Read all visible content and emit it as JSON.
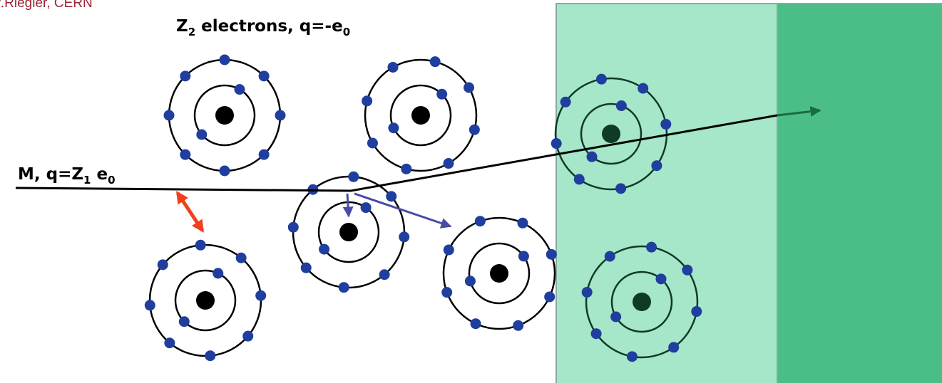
{
  "credit": "W.Riegler, CERN",
  "labels": {
    "electrons": {
      "base": "Z",
      "sub": "2",
      "rest": " electrons, q=-e",
      "sub2": "0"
    },
    "projectile": {
      "base": "M, q=Z",
      "sub": "1",
      "rest": " e",
      "sub2": "0"
    }
  },
  "colors": {
    "background": "#ffffff",
    "region_light": "#a6e6c9",
    "region_dark": "#4bbd86",
    "region_border": "#8aa9a0",
    "electron": "#1f3e9e",
    "nucleus": "#000000",
    "atom_in_region": "#0f3a26",
    "track": "#000000",
    "exit_arrow": "#1a6a42",
    "recoil_arrow": "#4a4aa8",
    "distance_arrow": "#f04020"
  }
}
